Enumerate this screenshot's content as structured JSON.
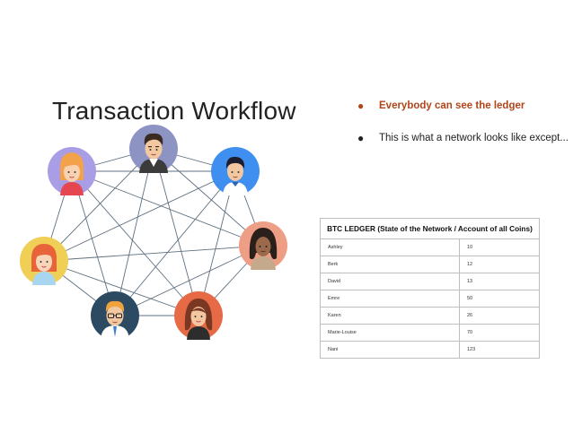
{
  "slide": {
    "title": "Transaction Workflow",
    "bullets": [
      {
        "text": "Everybody can see the ledger",
        "color": "#b1451a"
      },
      {
        "text": "This is what a network looks like except..."
      }
    ]
  },
  "ledger": {
    "title": "BTC LEDGER (State of the Network / Account of all Coins)",
    "rows": [
      {
        "name": "Ashley",
        "value": "10"
      },
      {
        "name": "Berk",
        "value": "12"
      },
      {
        "name": "David",
        "value": "13"
      },
      {
        "name": "Emre",
        "value": "50"
      },
      {
        "name": "Karen",
        "value": "26"
      },
      {
        "name": "Marie-Louise",
        "value": "70"
      },
      {
        "name": "Nani",
        "value": "123"
      }
    ]
  },
  "network": {
    "edge_color": "#5f7080",
    "nodes": [
      {
        "id": "woman-purple",
        "icon": "woman-avatar-icon",
        "bg": "#a99ee6"
      },
      {
        "id": "man-center",
        "icon": "man-avatar-icon",
        "bg": "#8d94c4"
      },
      {
        "id": "man-blue",
        "icon": "man-avatar-icon",
        "bg": "#3f8ff0"
      },
      {
        "id": "woman-yellow",
        "icon": "woman-avatar-icon",
        "bg": "#f0cf56"
      },
      {
        "id": "woman-salmon",
        "icon": "woman-avatar-icon",
        "bg": "#ee9e85"
      },
      {
        "id": "man-navy",
        "icon": "man-glasses-avatar-icon",
        "bg": "#2d4a63"
      },
      {
        "id": "woman-orange",
        "icon": "woman-avatar-icon",
        "bg": "#e66a46"
      }
    ]
  }
}
